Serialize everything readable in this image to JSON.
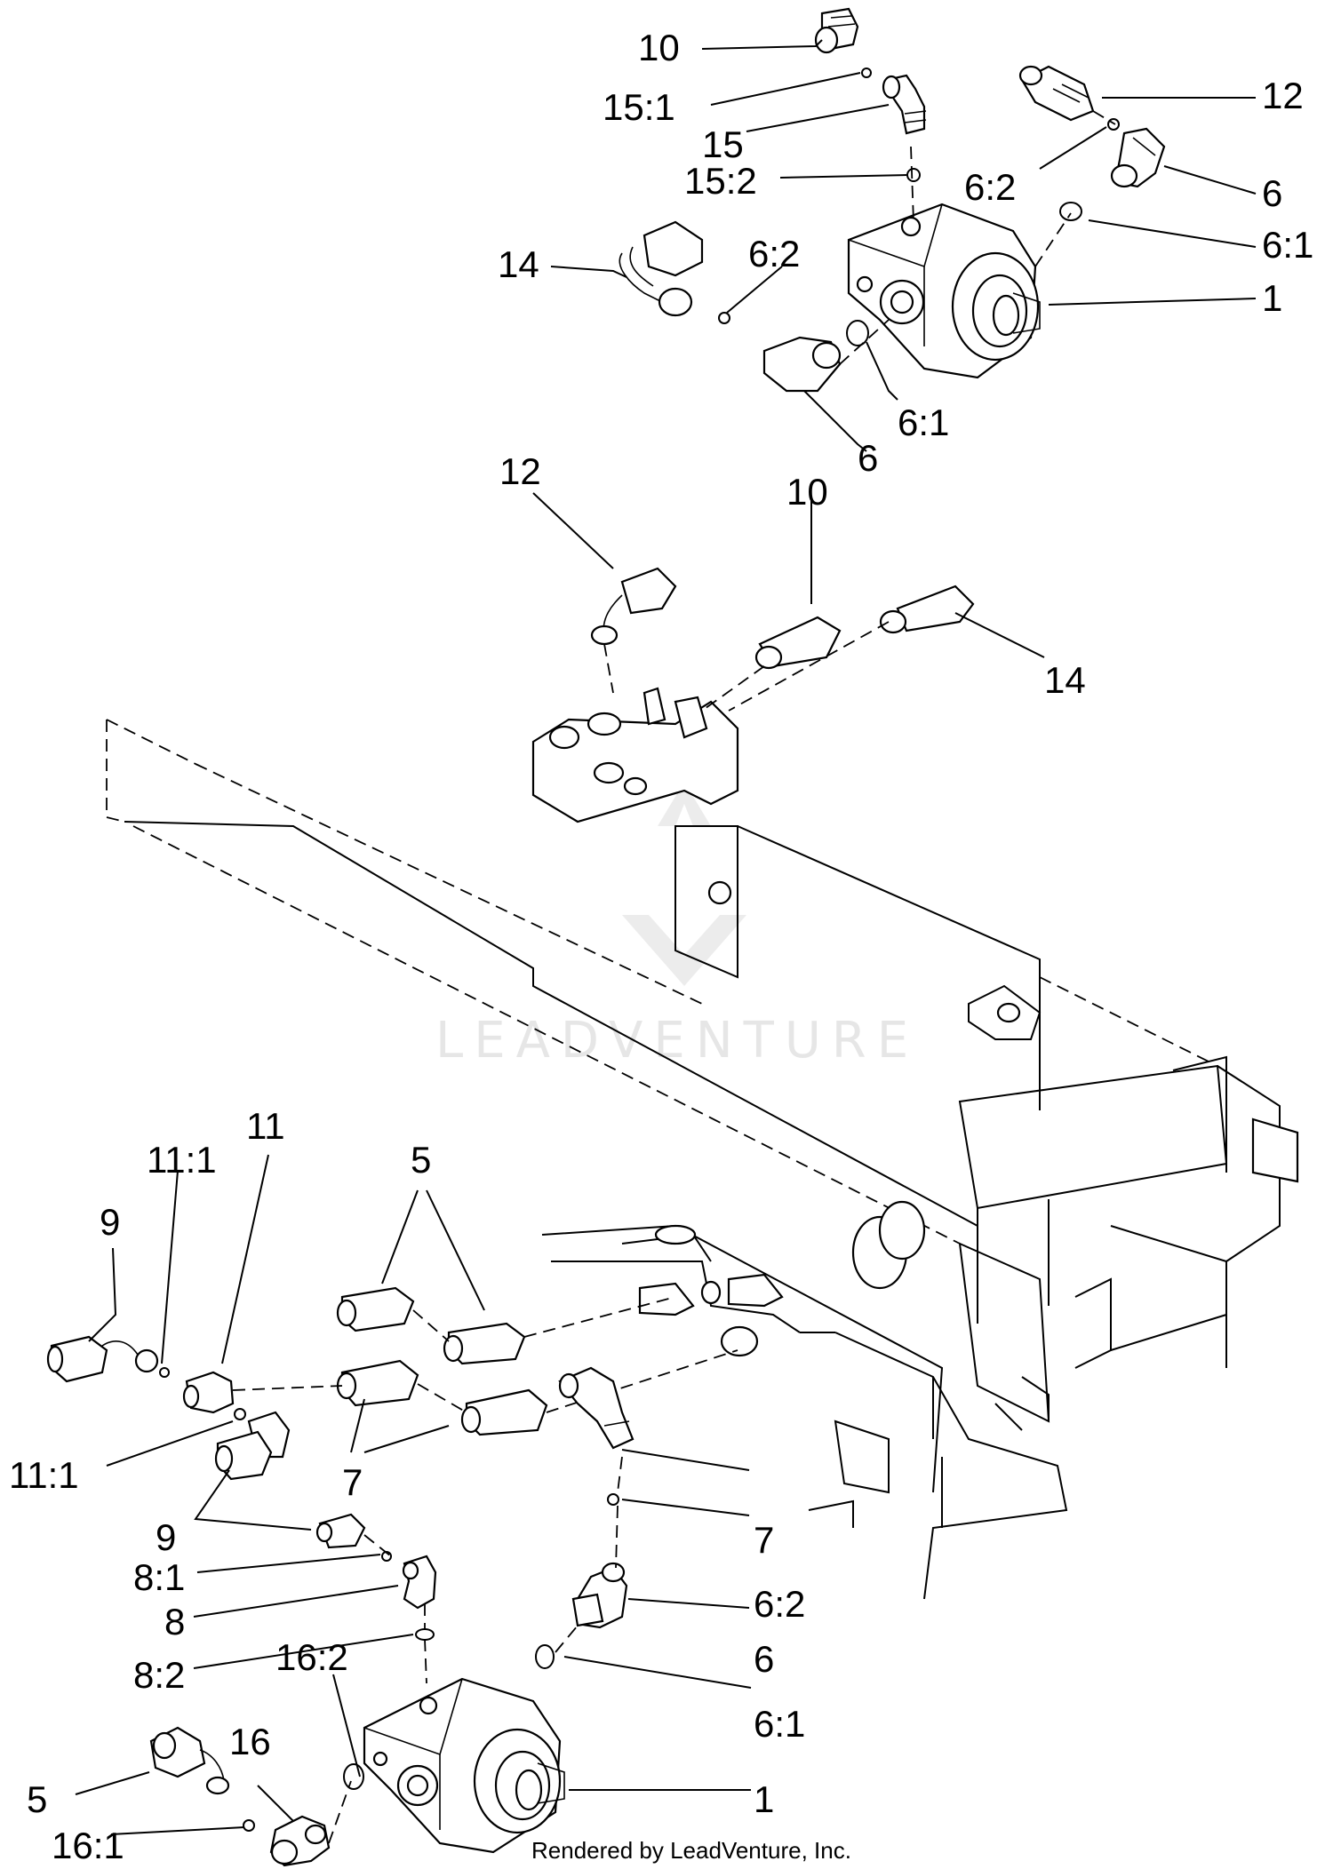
{
  "diagram": {
    "callouts": {
      "c10a": "10",
      "c151": "15:1",
      "c15": "15",
      "c152": "15:2",
      "c12a": "12",
      "c62a": "6:2",
      "c6a": "6",
      "c61a": "6:1",
      "c14a": "14",
      "c62b": "6:2",
      "c1a": "1",
      "c61b": "6:1",
      "c6b": "6",
      "c12b": "12",
      "c10b": "10",
      "c14b": "14",
      "c11": "11",
      "c111a": "11:1",
      "c9a": "9",
      "c5a": "5",
      "c111b": "11:1",
      "c7a": "7",
      "c9b": "9",
      "c7b": "7",
      "c81": "8:1",
      "c62c": "6:2",
      "c8": "8",
      "c6c": "6",
      "c82": "8:2",
      "c162": "16:2",
      "c61c": "6:1",
      "c16": "16",
      "c5b": "5",
      "c1b": "1",
      "c161": "16:1"
    },
    "watermark": "LEADVENTURE",
    "footer": "Rendered by LeadVenture, Inc."
  }
}
